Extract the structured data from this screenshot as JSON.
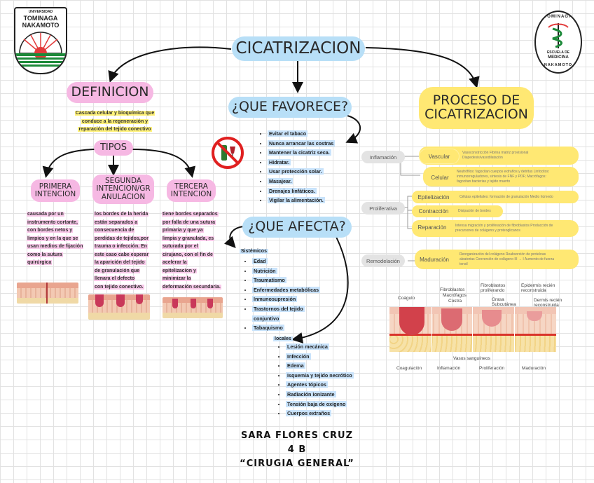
{
  "logos": {
    "left": {
      "line1": "UNIVERSIDAD",
      "line2": "TOMINAGA",
      "line3": "NAKAMOTO"
    },
    "right": {
      "top": "TOMINAGA",
      "middle1": "ESCUELA DE",
      "middle2": "MEDICINA",
      "bottom": "NAKAMOTO"
    }
  },
  "title": "CICATRIZACION",
  "definicion": {
    "title": "DEFINICION",
    "lines": [
      "Cascada celular y bioquímica que",
      "conduce a la regeneración y",
      "reparación del tejido conectivo"
    ]
  },
  "tipos": {
    "title": "TIPOS",
    "items": [
      {
        "title1": "PRIMERA",
        "title2": "INTENCION",
        "lines": [
          "causada por un",
          "instrumento cortante,",
          "con bordes netos y",
          "limpios y en la que se",
          "usan medios de fijación",
          "como la sutura",
          "quirúrgica"
        ]
      },
      {
        "title1": "SEGUNDA",
        "title2": "INTENCION/GR",
        "title3": "ANULACION",
        "lines": [
          "los bordes de la herida",
          "están separados a",
          "consecuencia de",
          "perdidas de tejidos,por",
          "trauma o infección. En",
          "este caso cabe esperar",
          "la aparición del tejido",
          "de granulación que",
          "llenara el defecto",
          "con tejido conectivo."
        ]
      },
      {
        "title1": "TERCERA",
        "title2": "INTENCION",
        "lines": [
          "tiene bordes separados",
          "por falla de una sutura",
          "primaria y que ya",
          "limpia y granulada, es",
          "suturada por el",
          "cirujano, con el fin de",
          "acelerar la",
          "epitelizacion y",
          "minimizar la",
          "deformación secundaria."
        ]
      }
    ]
  },
  "favorece": {
    "title": "¿QUE FAVORECE?",
    "items": [
      "Evitar el tabaco",
      "Nunca arrancar las costras",
      "Mantener la cicatriz seca.",
      "Hidratar.",
      "Usar protección solar.",
      "Masajear.",
      "Drenajes linfáticos.",
      "Vigilar la alimentación."
    ]
  },
  "afecta": {
    "title": "¿QUE AFECTA?",
    "sistemicos_label": "Sistémicos",
    "sistemicos": [
      "Edad",
      "Nutrición",
      "Traumatismo",
      "Enfermedades metabólicas",
      "Inmunosupresión",
      "Trastornos del tejido",
      "Tabaquismo"
    ],
    "sistemicos_cont": "conjuntivo",
    "locales_label": "locales",
    "locales": [
      "Lesión mecánica",
      "Infección",
      "Edema",
      "Isquemia y tejido necrótico",
      "Agentes tópicos",
      "Radiación ionizante",
      "Tensión baja de oxígeno",
      "Cuerpos extraños"
    ]
  },
  "proceso": {
    "title1": "PROCESO DE",
    "title2": "CICATRIZACION",
    "phases": [
      {
        "name": "Inflamación",
        "subs": [
          {
            "name": "Vascular",
            "text1": "Vasoconstricción Fibrina matriz provisional",
            "text2": "Diapedesis/vasodilatación"
          },
          {
            "name": "Celular",
            "text1": "Neutrófilos: fagocitan cuerpos extraños y detritus Linfocitos:",
            "text2": "inmunorreguladores, síntesis de FNF y PDF; Macrófagos:",
            "text3": "fagocitan bacterias y tejido muerto"
          }
        ]
      },
      {
        "name": "Proliferativa",
        "subs": [
          {
            "name": "Epitelización",
            "text1": "Células epiteliales: formación de granulación Medio húmedo"
          },
          {
            "name": "Contracción",
            "text1": "Disipación de bordes"
          },
          {
            "name": "Reparación",
            "text1": "Intensa migración y proliferación de fibroblastos Producción de",
            "text2": "precursores de colágeno y proteoglicanos"
          }
        ]
      },
      {
        "name": "Remodelación",
        "subs": [
          {
            "name": "Maduración",
            "text1": "Reorganización del colágeno Reabsorción de proteínas",
            "text2": "aleatorias Conversión de colágeno III → I Aumento de fuerza",
            "text3": "tensil"
          }
        ]
      }
    ]
  },
  "figure": {
    "labels": {
      "coagulo": "Coágulo",
      "fibroblastos": "Fibroblastos",
      "macrofagos": "Macrófagos",
      "costra": "Costra",
      "fibroblastos_prolif": "Fibroblastos proliferando",
      "grasa": "Grasa Subcutánea",
      "epidermis": "Epidermis recién reconstruida",
      "dermis": "Dermis recién reconstruida",
      "vasos": "Vasos sanguíneos"
    },
    "stages": [
      "Coagulación",
      "Inflamación",
      "Proliferación",
      "Maduración"
    ]
  },
  "footer": {
    "name": "SARA FLORES CRUZ",
    "group": "4 B",
    "subject": "“CIRUGIA GENERAL”"
  }
}
